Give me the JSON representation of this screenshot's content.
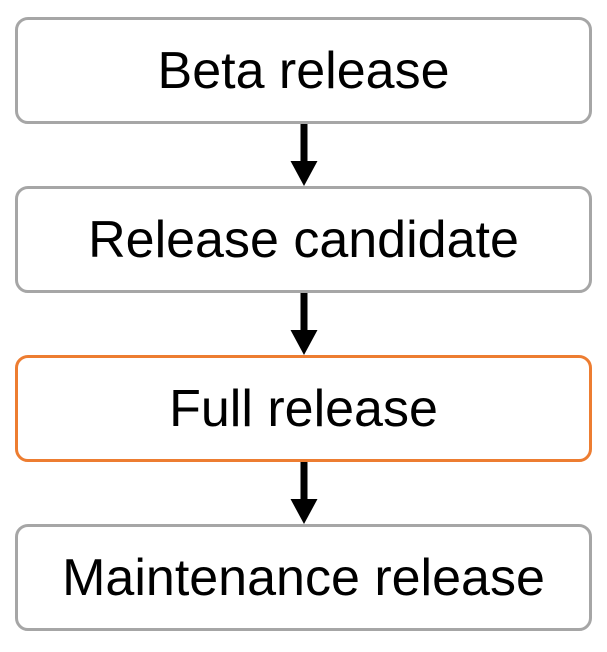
{
  "diagram": {
    "type": "flowchart",
    "direction": "top-down",
    "nodes": [
      {
        "label": "Beta release",
        "border_color": "#A6A6A6",
        "highlighted": false
      },
      {
        "label": "Release candidate",
        "border_color": "#A6A6A6",
        "highlighted": false
      },
      {
        "label": "Full release",
        "border_color": "#ED7D31",
        "highlighted": true
      },
      {
        "label": "Maintenance release",
        "border_color": "#A6A6A6",
        "highlighted": false
      }
    ],
    "connections": [
      {
        "from": "Beta release",
        "to": "Release candidate"
      },
      {
        "from": "Release candidate",
        "to": "Full release"
      },
      {
        "from": "Full release",
        "to": "Maintenance release"
      }
    ],
    "colors": {
      "default_border": "#A6A6A6",
      "highlight_border": "#ED7D31",
      "arrow": "#000000",
      "text": "#000000",
      "node_background": "#FFFFFF",
      "page_background": "#FFFFFF"
    }
  }
}
